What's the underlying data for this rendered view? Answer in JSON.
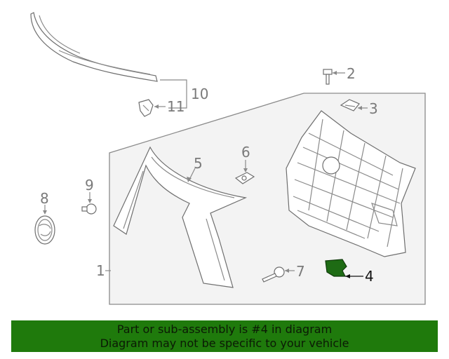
{
  "callouts": {
    "c1": "1",
    "c2": "2",
    "c3": "3",
    "c4": "4",
    "c5": "5",
    "c6": "6",
    "c7": "7",
    "c8": "8",
    "c9": "9",
    "c10": "10",
    "c11": "11"
  },
  "highlight_part": "4",
  "highlight_color": "#1e6b14",
  "banner": {
    "line1": "Part or sub-assembly is #4 in diagram",
    "line2": "Diagram may not be specific to your vehicle",
    "background": "#1f7a0c"
  }
}
